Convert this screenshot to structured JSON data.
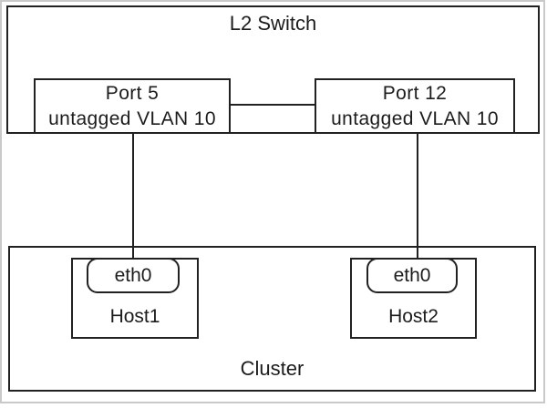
{
  "diagram": {
    "switch": {
      "label": "L2 Switch",
      "ports": [
        {
          "name": "Port 5",
          "vlan": "untagged VLAN 10"
        },
        {
          "name": "Port 12",
          "vlan": "untagged VLAN 10"
        }
      ]
    },
    "cluster": {
      "label": "Cluster",
      "hosts": [
        {
          "name": "Host1",
          "interface": "eth0"
        },
        {
          "name": "Host2",
          "interface": "eth0"
        }
      ]
    },
    "colors": {
      "line": "#212121",
      "frame": "#c9c9c9",
      "background": "#ffffff"
    }
  }
}
